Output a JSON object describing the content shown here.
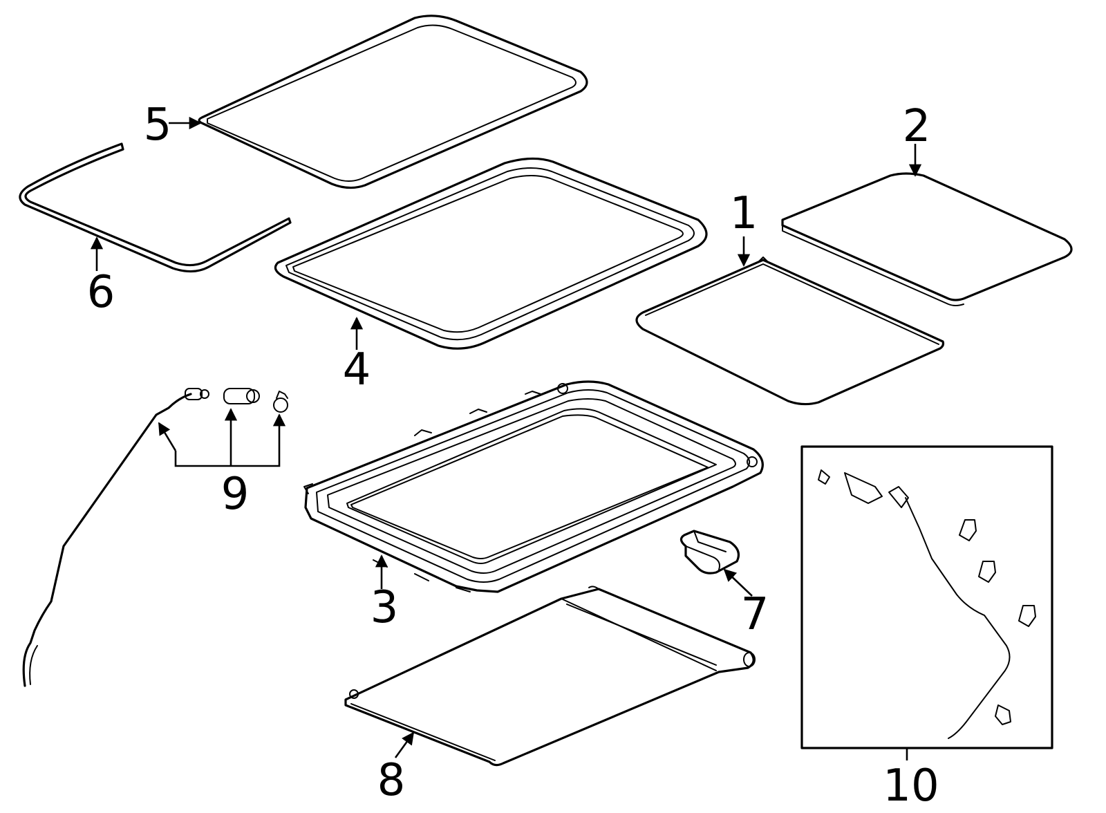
{
  "callouts": [
    {
      "part": "glass_panel",
      "label": "1"
    },
    {
      "part": "sunshade_panel",
      "label": "2"
    },
    {
      "part": "sunroof_frame",
      "label": "3"
    },
    {
      "part": "frame_seal",
      "label": "4"
    },
    {
      "part": "glass_weatherstrip",
      "label": "5"
    },
    {
      "part": "roof_seal",
      "label": "6"
    },
    {
      "part": "sunroof_motor",
      "label": "7"
    },
    {
      "part": "roller_sunshade",
      "label": "8"
    },
    {
      "part": "drain_hose_set",
      "label": "9"
    },
    {
      "part": "drain_hose_kit_box",
      "label": "10"
    }
  ],
  "colors": {
    "line": "#000000",
    "background": "#ffffff"
  }
}
